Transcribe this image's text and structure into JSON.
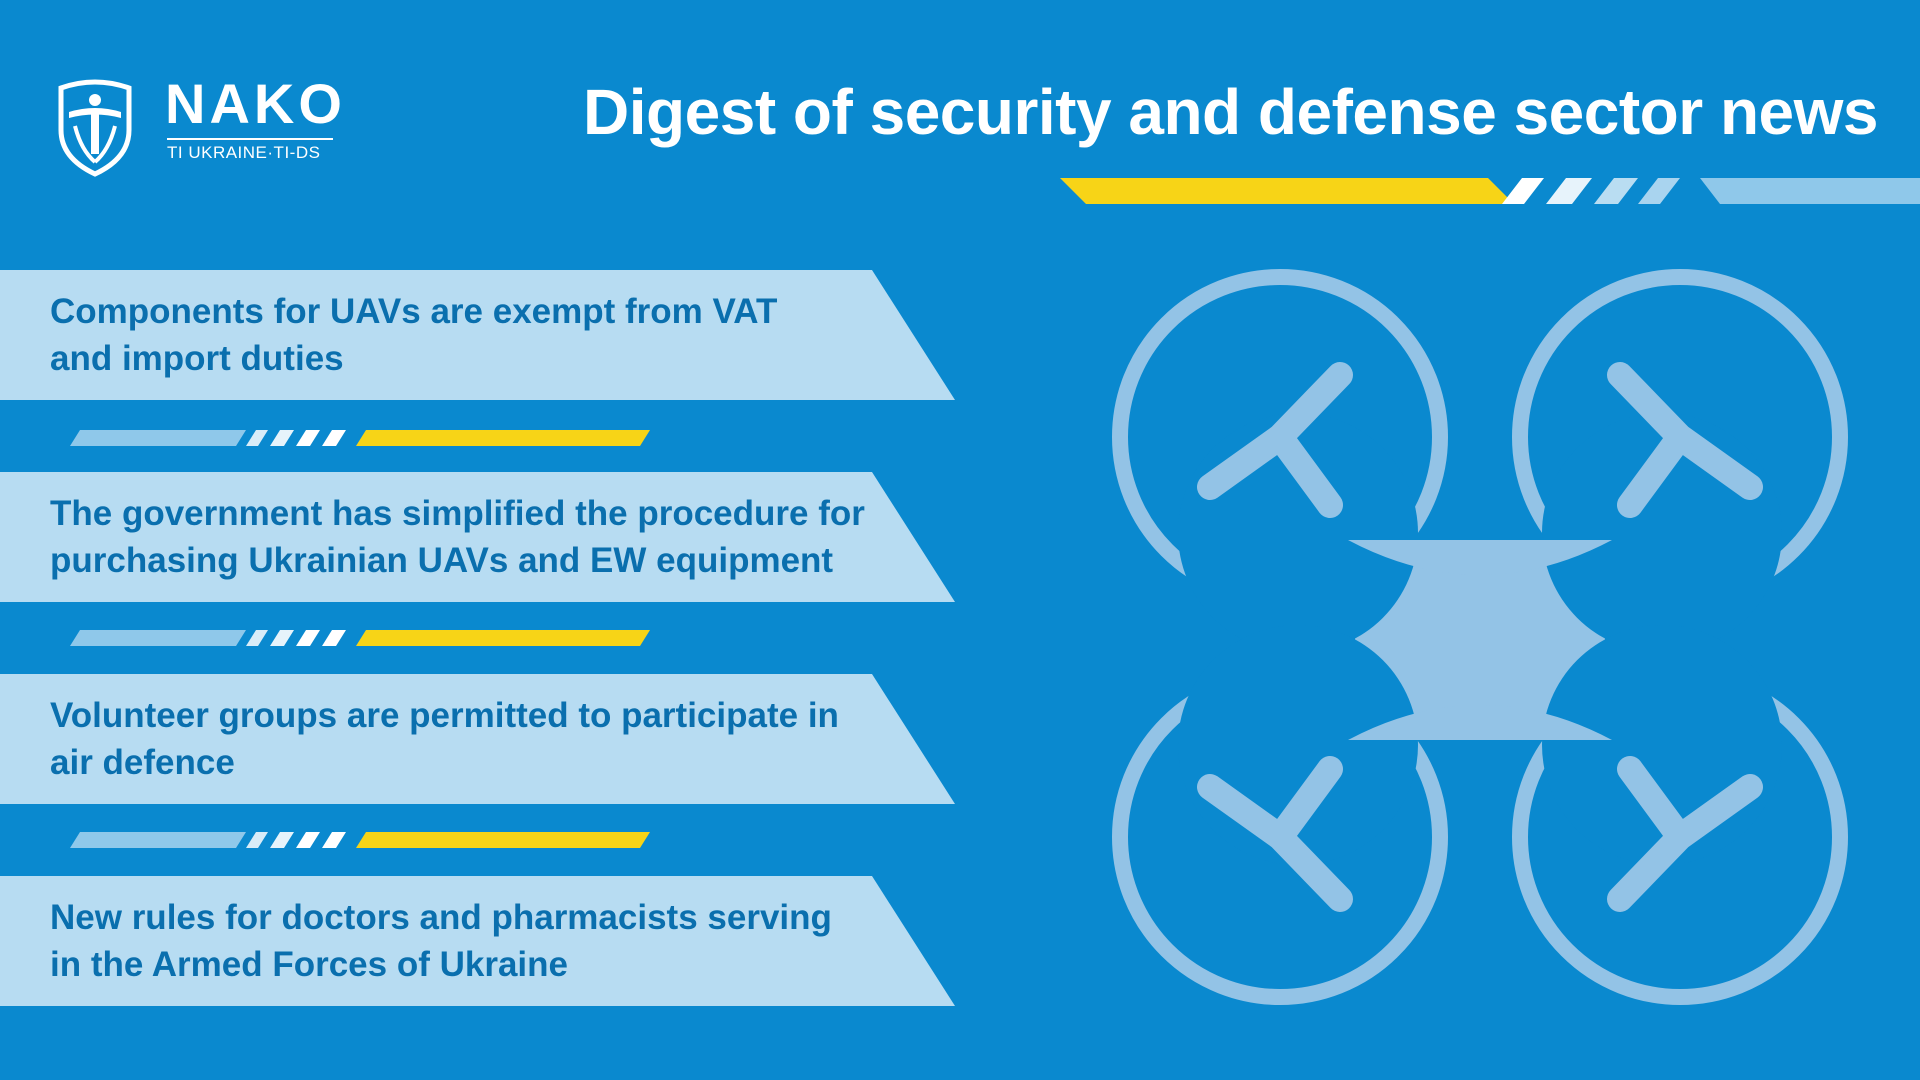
{
  "logo": {
    "name": "NAKO",
    "subtitle": "TI UKRAINE·TI-DS"
  },
  "page_title": "Digest of security and defense sector news",
  "news_items": [
    {
      "text": "Components for UAVs are exempt from VAT and import duties"
    },
    {
      "text": "The government has simplified the procedure for purchasing Ukrainian UAVs and EW equipment"
    },
    {
      "text": "Volunteer groups are permitted to participate in air defence"
    },
    {
      "text": "New rules for doctors and pharmacists serving in the Armed Forces of Ukraine"
    }
  ],
  "icons": {
    "logo": "nako-shield-icon",
    "illustration": "drone-icon"
  },
  "colors": {
    "background": "#0a89cf",
    "panel": "#b7dcf2",
    "panel_text": "#0a6fae",
    "accent_yellow": "#f7d417",
    "drone": "#93c3e6"
  }
}
